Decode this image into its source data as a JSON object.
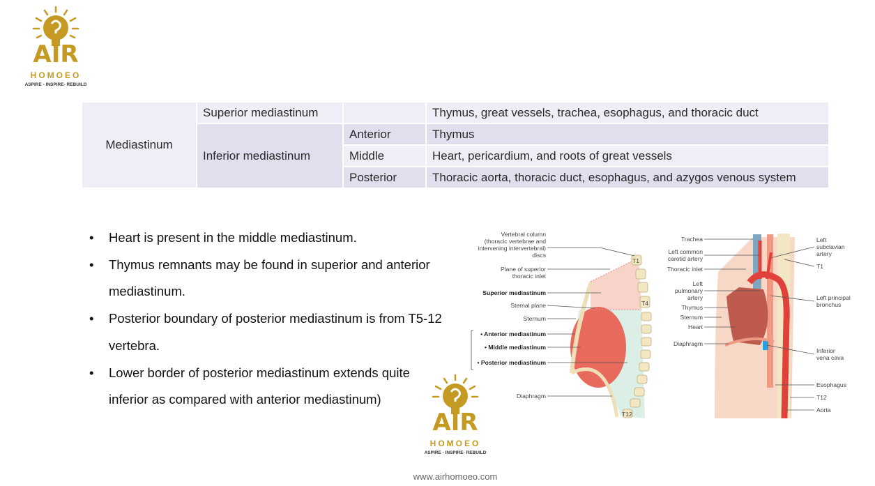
{
  "logo": {
    "brand": "AIR",
    "sub": "HOMOEO",
    "tagline": "ASPIRE - INSPIRE- REBUILD"
  },
  "table": {
    "root": "Mediastinum",
    "superior": {
      "label": "Superior mediastinum",
      "sub": "",
      "contents": "Thymus, great vessels, trachea, esophagus, and thoracic duct"
    },
    "inferior": {
      "label": "Inferior mediastinum",
      "rows": [
        {
          "sub": "Anterior",
          "contents": "Thymus"
        },
        {
          "sub": "Middle",
          "contents": "Heart, pericardium, and roots of great vessels"
        },
        {
          "sub": "Posterior",
          "contents": "Thoracic aorta, thoracic duct, esophagus, and azygos venous system"
        }
      ]
    }
  },
  "bullets": [
    "Heart is present in the middle mediastinum.",
    "Thymus remnants may be found in superior and anterior mediastinum.",
    "Posterior boundary of posterior mediastinum is from T5-12 vertebra.",
    "Lower border of posterior mediastinum extends quite inferior as compared with anterior mediastinum)"
  ],
  "diagram_left": {
    "vertebral_column": "Vertebral column (thoracic vertebrae and intervening intervertebral) discs",
    "vertebral_lines": [
      "Vertebral column",
      "(thoracic vertebrae and",
      "intervening intervertebral)",
      "discs"
    ],
    "plane_lines": [
      "Plane of superior",
      "thoracic inlet"
    ],
    "superior": "Superior mediastinum",
    "sternal_plane": "Sternal plane",
    "sternum": "Sternum",
    "anterior": "• Anterior mediastinum",
    "middle": "• Middle mediastinum",
    "posterior": "• Posterior mediastinum",
    "diaphragm": "Diaphragm",
    "t1": "T1",
    "t4": "T4",
    "t12": "T12"
  },
  "diagram_right": {
    "trachea": "Trachea",
    "lcca": [
      "Left common",
      "carotid artery"
    ],
    "thoracic_inlet": "Thoracic inlet",
    "lpa": [
      "Left",
      "pulmonary",
      "artery"
    ],
    "thymus": "Thymus",
    "sternum": "Sternum",
    "heart": "Heart",
    "diaphragm": "Diaphragm",
    "lsa": [
      "Left",
      "subclavian",
      "artery"
    ],
    "t1": "T1",
    "lpb": [
      "Left principal",
      "bronchus"
    ],
    "ivc": [
      "Inferior",
      "vena cava"
    ],
    "esophagus": "Esophagus",
    "t12": "T12",
    "aorta": "Aorta"
  },
  "footer": "www.airhomoeo.com",
  "colors": {
    "gold": "#c49a22",
    "row_light": "#efeef6",
    "row_dark": "#dfdfee"
  }
}
